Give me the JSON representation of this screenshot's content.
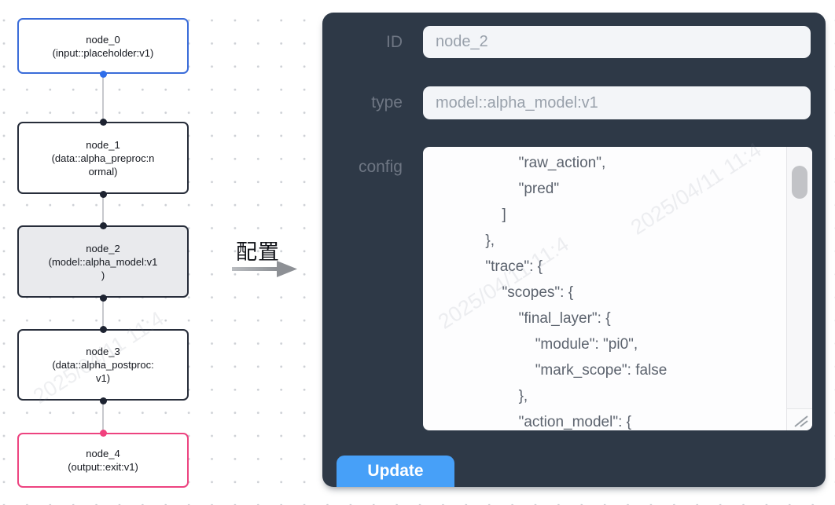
{
  "watermark": "2025/04/11 11:4",
  "colors": {
    "panel_bg": "#2e3947",
    "accent_blue": "#47a0f8",
    "input_node_border": "#3a6cd9",
    "default_node_border": "#272d3a",
    "output_node_border": "#ed4380",
    "selected_node_bg": "#e9eaed",
    "handle_blue": "#2f6eea",
    "handle_dark": "#1d2331",
    "handle_pink": "#f1417e"
  },
  "flow": {
    "arrow_label": "配置",
    "nodes": [
      {
        "id": "node_0",
        "label": "node_0\n(input::placeholder:v1)",
        "variant": "input"
      },
      {
        "id": "node_1",
        "label": "node_1\n(data::alpha_preproc:n\normal)",
        "variant": "default"
      },
      {
        "id": "node_2",
        "label": "node_2\n(model::alpha_model:v1\n)",
        "variant": "selected"
      },
      {
        "id": "node_3",
        "label": "node_3\n(data::alpha_postproc:\nv1)",
        "variant": "default"
      },
      {
        "id": "node_4",
        "label": "node_4\n(output::exit:v1)",
        "variant": "output"
      }
    ]
  },
  "panel": {
    "fields": [
      {
        "label": "ID",
        "value": "node_2"
      },
      {
        "label": "type",
        "value": "model::alpha_model:v1"
      }
    ],
    "config": {
      "label": "config",
      "text": "                    \"raw_action\",\n                    \"pred\"\n                ]\n            },\n            \"trace\": {\n                \"scopes\": {\n                    \"final_layer\": {\n                        \"module\": \"pi0\",\n                        \"mark_scope\": false\n                    },\n                    \"action_model\": {"
    },
    "update_label": "Update"
  }
}
